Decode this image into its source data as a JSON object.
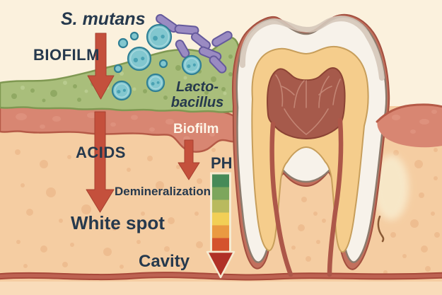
{
  "figure": {
    "description": "Cross-section illustration of a tooth showing dental biofilm bacteria, acid production and caries progression",
    "background_color": "#fbf1dd"
  },
  "annotations": {
    "s_mutans": "S. mutans",
    "biofilm": "BIOFILM",
    "lactobacillus_line1": "Lacto-",
    "lactobacillus_line2": "bacillus",
    "biofilm_on_gum": "Biofilm",
    "acids": "ACIDS",
    "demineralization": "Demineralization",
    "white_spot": "White spot",
    "cavity": "Cavity",
    "ph": "PH"
  },
  "ph_scale": {
    "label": "PH",
    "segment_colors_top_to_bottom": [
      "#468a58",
      "#7da65c",
      "#b9ba5e",
      "#f2cf56",
      "#ea9a41",
      "#d4532e"
    ],
    "arrow_color": "#b03026",
    "border_color": "#f5ebd1",
    "direction": "downward"
  },
  "colors": {
    "background": "#fbf1dd",
    "text_dark": "#26394d",
    "text_light": "#fdf5e8",
    "arrow_red": "#c4503c",
    "arrow_edge": "#a6402f",
    "biofilm_green": "#a9be7b",
    "biofilm_outline": "#7f9852",
    "biofilm_speckle_dark": "#8aa45e",
    "biofilm_speckle_light": "#bdd094",
    "gum_pink": "#d88672",
    "gum_outline": "#b55a47",
    "gum_blotch": "#e39a87",
    "bone_tan": "#f5cda2",
    "bone_speckle": "#e9b183",
    "bone_lower": "#f9dcba",
    "vessel_dark": "#a8493a",
    "vessel_light": "#bd6252",
    "enamel_white": "#f7f2ea",
    "enamel_outline": "#8c7b6d",
    "enamel_shade": "#d5c8ba",
    "dentin_yellow": "#f5cd8c",
    "dentin_outline": "#c79e5b",
    "pulp_red": "#a65a4b",
    "pulp_outline": "#8b4334",
    "pulp_vein": "#c98d7c",
    "root_canal": "#ad5749",
    "periodontal_red": "#c2705d",
    "periodontal_outline": "#a34f3f",
    "coccus_fill": "#82c7cf",
    "coccus_outline": "#2f7f95",
    "coccus_dot": "#4aa2b3",
    "rod_fill": "#9a8bc2",
    "rod_outline": "#655a9c",
    "abscess_glow": "#f8e9ca",
    "crack_brown": "#8a5a35"
  }
}
